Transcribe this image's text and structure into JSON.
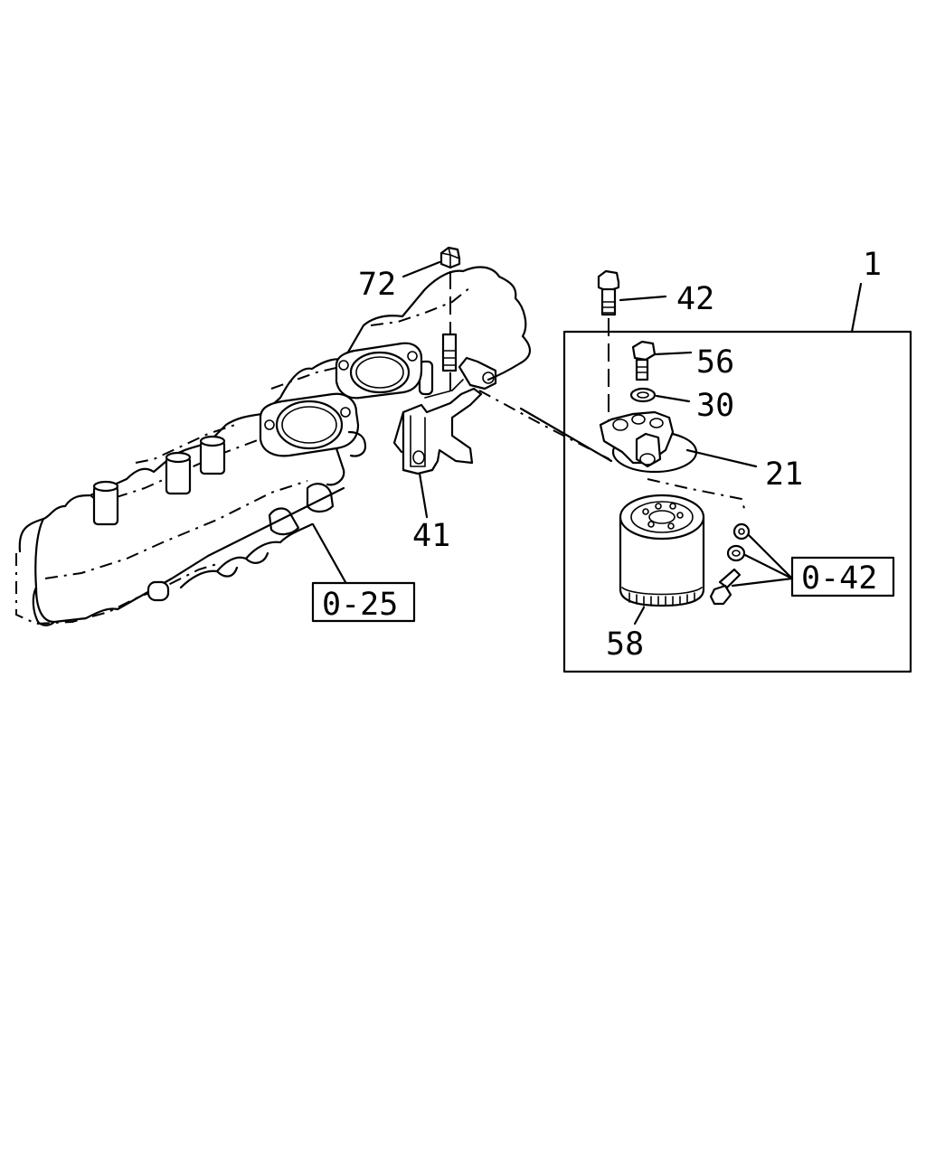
{
  "labels": {
    "part_72": "72",
    "part_42": "42",
    "part_1": "1",
    "part_56": "56",
    "part_30": "30",
    "part_21": "21",
    "part_41": "41",
    "part_58": "58",
    "ref_0_25": "0-25",
    "ref_0_42": "0-42"
  }
}
